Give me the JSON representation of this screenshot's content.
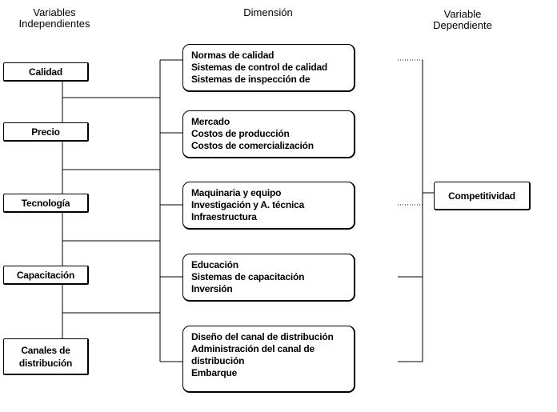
{
  "headers": {
    "independent": "Variables\nIndependientes",
    "dimension": "Dimensión",
    "dependent": "Variable\nDependiente"
  },
  "independent_variables": [
    "Calidad",
    "Precio",
    "Tecnología",
    "Capacitación",
    "Canales de\ndistribución"
  ],
  "dimensions": [
    [
      "Normas de calidad",
      "Sistemas de control de calidad",
      "Sistemas de inspección de"
    ],
    [
      "Mercado",
      "Costos de producción",
      "Costos de comercialización"
    ],
    [
      "Maquinaria  y equipo",
      "Investigación  y A. técnica",
      "Infraestructura"
    ],
    [
      "Educación",
      "Sistemas de capacitación",
      "Inversión"
    ],
    [
      "Diseño del canal de distribución",
      "Administración del canal de",
      "distribución",
      "Embarque"
    ]
  ],
  "dependent_variable": "Competitividad"
}
